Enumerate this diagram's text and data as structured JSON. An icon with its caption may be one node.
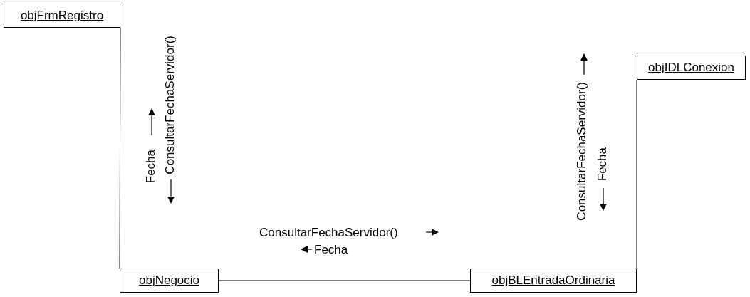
{
  "diagram": {
    "nodes": [
      {
        "text": [
          "objFrmRegistro"
        ]
      },
      {
        "text": [
          "objNegocio"
        ]
      },
      {
        "text": [
          "objBLEntradaOrdinaria"
        ]
      },
      {
        "text": [
          "objIDLConexion"
        ]
      }
    ],
    "edges": [
      {
        "from": 0,
        "to": 1,
        "arrow": "none"
      },
      {
        "from": 1,
        "to": 2,
        "arrow": "none"
      },
      {
        "from": 2,
        "to": 3,
        "arrow": "none"
      }
    ],
    "labels": [
      "Fecha",
      "ConsultarFechaServidor()",
      "ConsultarFechaServidor()",
      "Fecha",
      "ConsultarFechaServidor()",
      "Fecha"
    ]
  }
}
